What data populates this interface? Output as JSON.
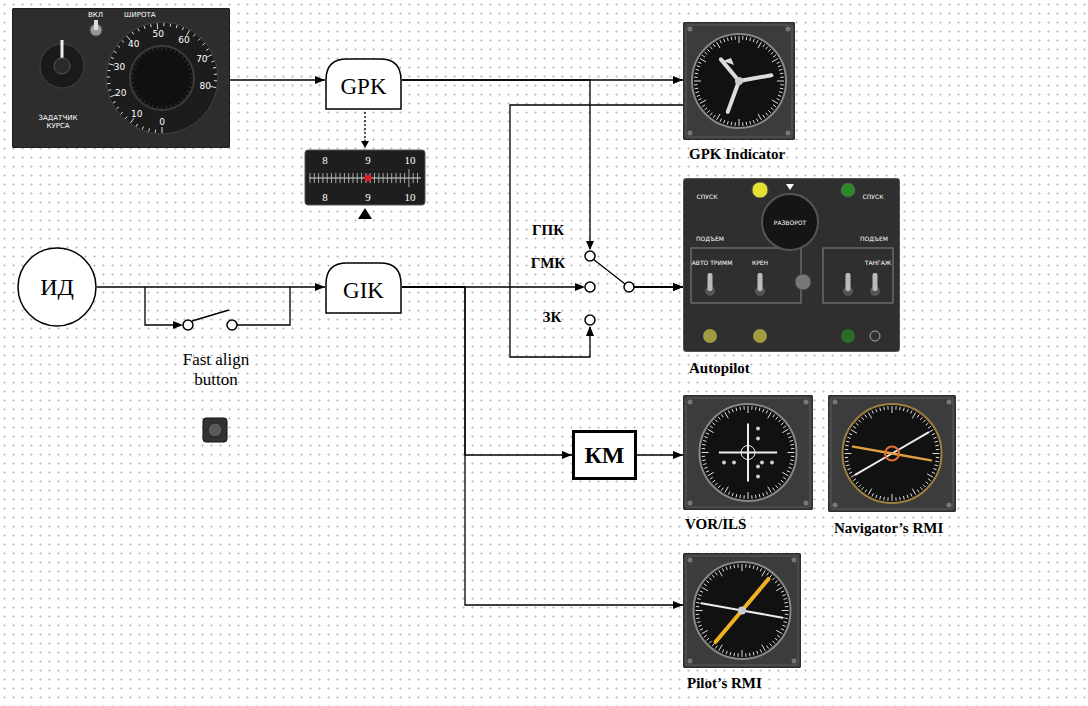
{
  "diagram": {
    "nodes": [
      {
        "text": [
          "ВКЛ",
          "ШИРОТА",
          "ЗАДАТЧИК КУРСА"
        ]
      },
      {
        "text": [
          "GPK"
        ]
      },
      {
        "text": [
          "GPK Indicator"
        ]
      },
      {
        "text": [
          "ИД"
        ]
      },
      {
        "text": [
          "GIK"
        ]
      },
      {
        "text": [
          "Autopilot"
        ]
      },
      {
        "text": [
          "КМ"
        ]
      },
      {
        "text": [
          "VOR/ILS"
        ]
      },
      {
        "text": [
          "Navigator’s RMI"
        ]
      },
      {
        "text": [
          "Pilot’s RMI"
        ]
      }
    ],
    "edges": [
      {
        "from": 0,
        "to": 1,
        "arrow": "to"
      },
      {
        "from": 1,
        "to": 2,
        "arrow": "to"
      },
      {
        "from": 1,
        "to": 5,
        "arrow": "to"
      },
      {
        "from": 4,
        "to": 5,
        "arrow": "to"
      },
      {
        "from": 2,
        "to": 5,
        "arrow": "to"
      },
      {
        "from": 3,
        "to": 4,
        "arrow": "to"
      },
      {
        "from": 4,
        "to": 6,
        "arrow": "to"
      },
      {
        "from": 6,
        "to": 7,
        "arrow": "to"
      },
      {
        "from": 4,
        "to": 9,
        "arrow": "to"
      }
    ],
    "labels": [
      "ГПК",
      "ГМК",
      "ЗК",
      "Fast align button",
      "8",
      "9",
      "10",
      "8",
      "9",
      "10",
      "0",
      "10",
      "20",
      "30",
      "40",
      "50",
      "60",
      "70",
      "80",
      "РАЗВОРОТ",
      "СПУСК",
      "ПОДЪЕМ",
      "АВТО ТРИММ",
      "КРЕН",
      "СПУСК",
      "ПОДЪЕМ",
      "ТАНГАЖ"
    ]
  }
}
